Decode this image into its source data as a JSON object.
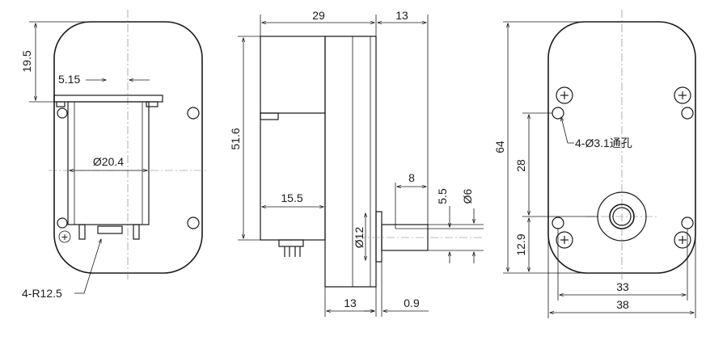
{
  "front_view": {
    "dim_top_height": "19.5",
    "dim_terminal_offset": "5.15",
    "dim_can_diameter": "Ø20.4",
    "callout_corner_radius": "4-R12.5",
    "polarity_mark": "+"
  },
  "side_view": {
    "dim_body_width": "29",
    "dim_shaft_projection": "13",
    "dim_overall_height": "51.6",
    "dim_motor_length": "15.5",
    "dim_shaft_length": "8",
    "dim_flat_height": "5.5",
    "dim_shaft_diameter": "Ø6",
    "dim_boss_diameter": "Ø12",
    "dim_gearbox_thickness": "13",
    "dim_boss_height": "0.9"
  },
  "back_view": {
    "dim_overall_height": "64",
    "dim_hole_spacing_v": "28",
    "dim_bottom_offset": "12.9",
    "callout_holes": "4-Ø3.1通孔",
    "dim_hole_spacing_h": "33",
    "dim_overall_width": "38"
  }
}
